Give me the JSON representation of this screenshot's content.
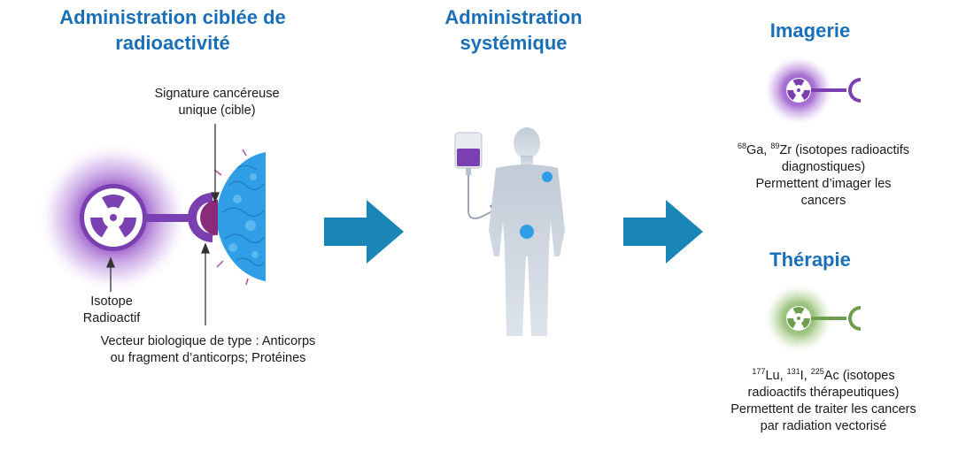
{
  "colors": {
    "title": "#1a6fb8",
    "arrow": "#1a86b8",
    "isotope_glow": "#8d49c2",
    "therapy_glow": "#7fae5e",
    "cell": "#2f9ee6",
    "body": "#c9d1dc"
  },
  "left": {
    "title_line1": "Administration ciblée de",
    "title_line2": "radioactivité",
    "target_line1": "Signature cancéreuse",
    "target_line2": "unique (cible)",
    "isotope_line1": "Isotope",
    "isotope_line2": "Radioactif",
    "vector_line1": "Vecteur biologique de type : Anticorps",
    "vector_line2": "ou fragment d’anticorps; Protéines"
  },
  "middle": {
    "title_line1": "Administration",
    "title_line2": "systémique"
  },
  "imaging": {
    "title": "Imagerie",
    "iso1_mass": "68",
    "iso1_sym": "Ga, ",
    "iso2_mass": "89",
    "iso2_sym": "Zr (isotopes radioactifs",
    "line2": "diagnostiques)",
    "line3": "Permettent d’imager les",
    "line4": "cancers"
  },
  "therapy": {
    "title": "Thérapie",
    "iso1_mass": "177",
    "iso1_sym": "Lu, ",
    "iso2_mass": "131",
    "iso2_sym": "I, ",
    "iso3_mass": "225",
    "iso3_sym": "Ac (isotopes",
    "line2": "radioactifs thérapeutiques)",
    "line3": "Permettent de traiter les cancers",
    "line4": "par radiation vectorisé"
  }
}
